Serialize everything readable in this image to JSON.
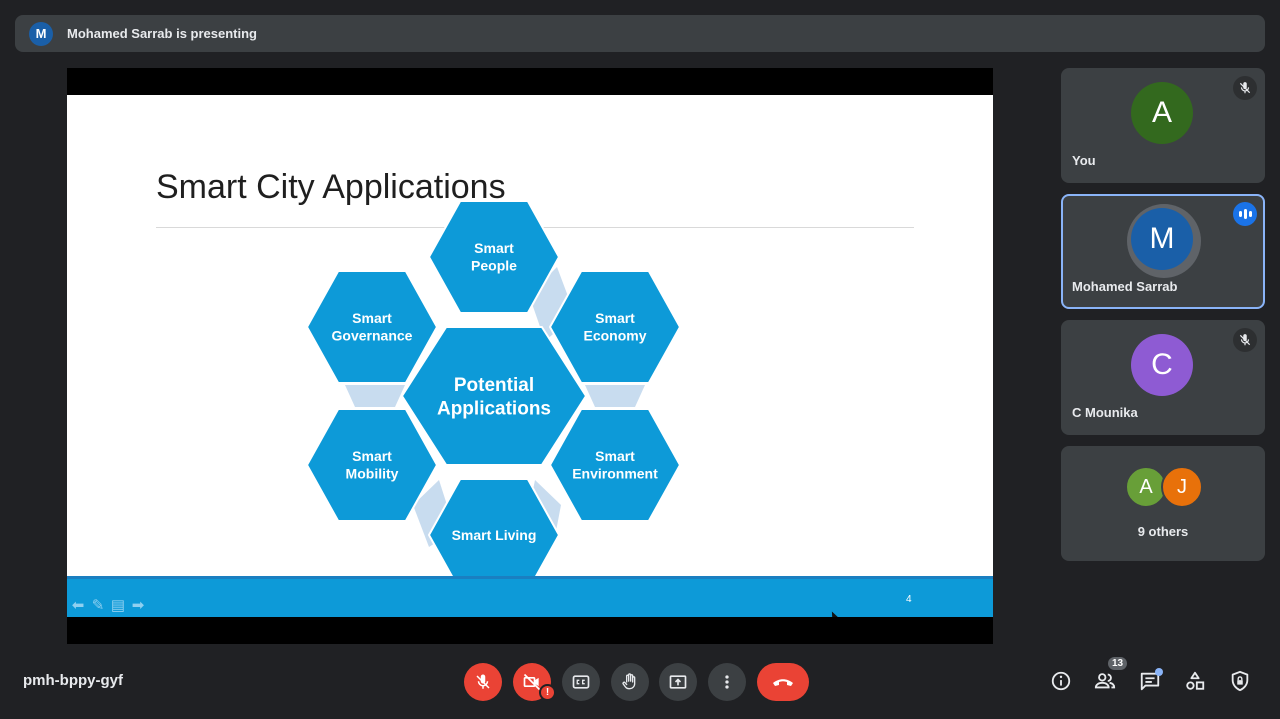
{
  "banner": {
    "avatar_letter": "M",
    "text": "Mohamed Sarrab is presenting"
  },
  "slide": {
    "title": "Smart City Applications",
    "center": [
      "Potential",
      "Applications"
    ],
    "hexagons": [
      {
        "id": "people",
        "lines": [
          "Smart",
          "People"
        ]
      },
      {
        "id": "governance",
        "lines": [
          "Smart",
          "Governance"
        ]
      },
      {
        "id": "economy",
        "lines": [
          "Smart",
          "Economy"
        ]
      },
      {
        "id": "mobility",
        "lines": [
          "Smart",
          "Mobility"
        ]
      },
      {
        "id": "environment",
        "lines": [
          "Smart",
          "Environment"
        ]
      },
      {
        "id": "living",
        "lines": [
          "Smart Living"
        ]
      }
    ],
    "page_number": "4",
    "hex_color": "#0d9ad8",
    "connector_color": "#c8dcef"
  },
  "participants": [
    {
      "letter": "A",
      "name": "You",
      "color": "#33691e",
      "muted": true
    },
    {
      "letter": "M",
      "name": "Mohamed Sarrab",
      "color": "#1a5fa8",
      "speaking": true
    },
    {
      "letter": "C",
      "name": "C Mounika",
      "color": "#8e5bd3",
      "muted": true
    }
  ],
  "others": {
    "avatars": [
      {
        "letter": "A",
        "color": "#689f38"
      },
      {
        "letter": "J",
        "color": "#e8710a"
      }
    ],
    "label": "9 others"
  },
  "bottom": {
    "meeting_code": "pmh-bppy-gyf",
    "people_count": "13",
    "camera_alert": "!"
  },
  "colors": {
    "background": "#202124",
    "tile": "#3c4043",
    "danger": "#ea4335",
    "accent": "#8ab4f8"
  }
}
